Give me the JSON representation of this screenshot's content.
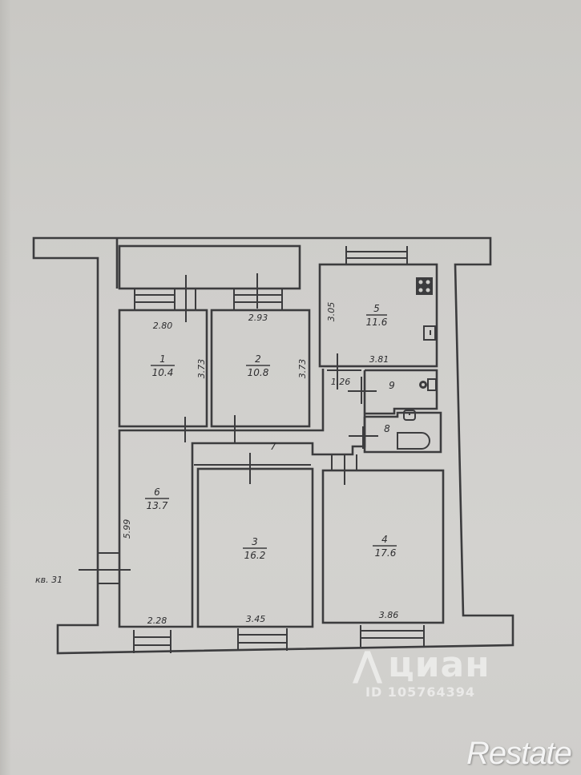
{
  "plan": {
    "apartment_label": "кв. 31",
    "corridor_label": "7",
    "corridor_width": "1.26",
    "rooms": [
      {
        "id": "1",
        "area": "10.4",
        "width": "2.80",
        "depth": "3.73"
      },
      {
        "id": "2",
        "area": "10.8",
        "width": "2.93",
        "depth": "3.73"
      },
      {
        "id": "3",
        "area": "16.2",
        "width": "3.45"
      },
      {
        "id": "4",
        "area": "17.6",
        "width": "3.86"
      },
      {
        "id": "5",
        "area": "11.6",
        "width": "3.81",
        "depth": "3.05"
      },
      {
        "id": "6",
        "area": "13.7",
        "width": "2.28",
        "depth": "5.99"
      },
      {
        "id": "8"
      },
      {
        "id": "9"
      }
    ]
  },
  "watermarks": {
    "cian_brand": "циан",
    "cian_id": "ID 105764394",
    "restate": "Restate"
  }
}
